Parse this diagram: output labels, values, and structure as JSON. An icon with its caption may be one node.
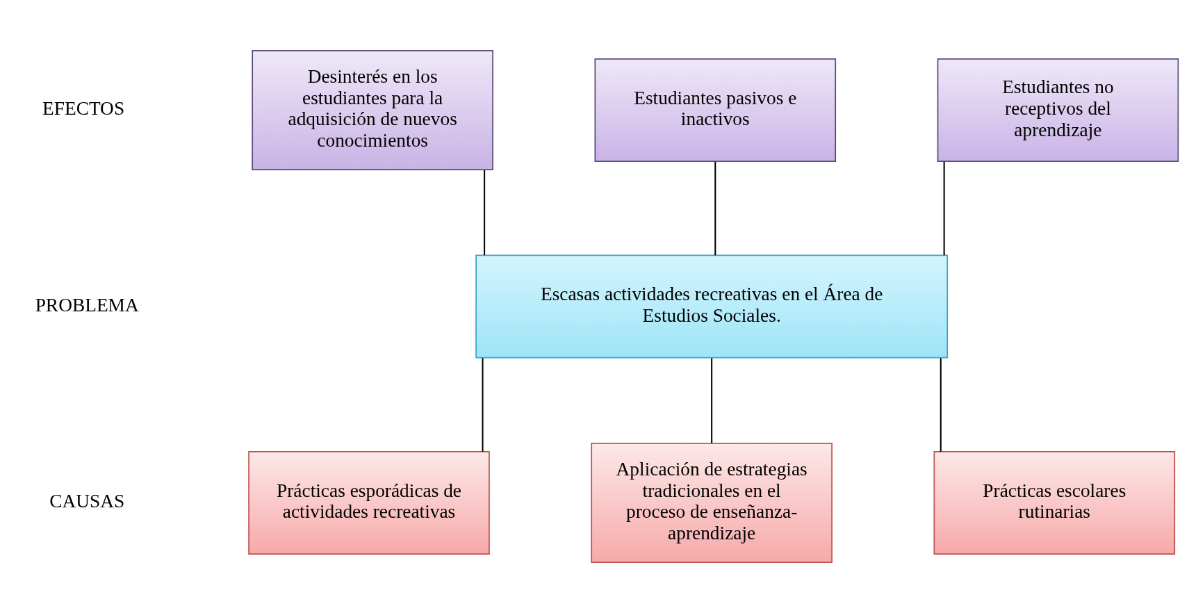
{
  "diagram": {
    "nodes": [
      {
        "text": [
          "Estudiantes no receptivos del aprendizaje"
        ]
      },
      {
        "text": [
          "Desinterés en los estudiantes para la adquisición de nuevos conocimientos"
        ]
      },
      {
        "text": [
          "Estudiantes pasivos e inactivos"
        ]
      },
      {
        "text": [
          "Escasas actividades recreativas en el Área de Estudios Sociales."
        ]
      },
      {
        "text": [
          "Aplicación de estrategias tradicionales en el proceso de enseñanza-aprendizaje"
        ]
      },
      {
        "text": [
          "Prácticas escolares rutinarias"
        ]
      },
      {
        "text": [
          "Prácticas esporádicas de actividades recreativas"
        ]
      }
    ],
    "edges": [
      {
        "from": 0,
        "to": 3,
        "arrow": "none"
      },
      {
        "from": 1,
        "to": 3,
        "arrow": "none"
      },
      {
        "from": 2,
        "to": 3,
        "arrow": "none"
      },
      {
        "from": 3,
        "to": 4,
        "arrow": "none"
      },
      {
        "from": 3,
        "to": 5,
        "arrow": "none"
      },
      {
        "from": 3,
        "to": 6,
        "arrow": "none"
      }
    ],
    "labels": [
      "EFECTOS",
      "PROBLEMA",
      "CAUSAS"
    ]
  }
}
